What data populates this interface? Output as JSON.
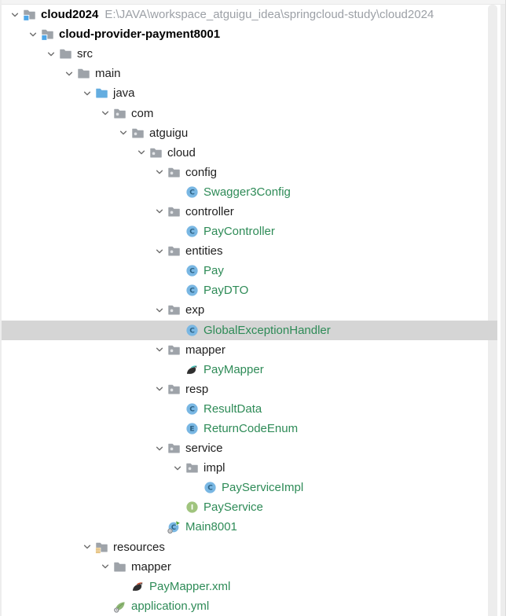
{
  "app": {
    "title": "IntelliJ IDEA Project tool window",
    "view": "project-tree"
  },
  "colors": {
    "background": "#FFFFFF",
    "selection": "#D5D5D5",
    "text_default": "#1E1E1E",
    "text_bold": "#000000",
    "text_green": "#2E8B57",
    "text_path": "#9CA0A6",
    "chevron": "#6E6E6E",
    "folder_gray": "#9EA3A9",
    "folder_blue": "#64ADE0",
    "package_dot": "#E3E5E8",
    "project_badge_blue": "#4EA6E8",
    "resources_gold": "#D9A440",
    "class_circle": "#79B7E3",
    "class_letter": "#2C6184",
    "interface_circle": "#A0C47E",
    "interface_letter": "#FFFFFF",
    "run_arrow_green": "#4DA33C",
    "mybatis_body": "#2F2F2F",
    "mybatis_teal": "#49C6BE",
    "mybatis_red": "#C04A2F",
    "spring_leaf": "#90B877",
    "spring_leaf_vein": "#6E9C55",
    "gear_gray": "#85888C",
    "scroll_track": "#EDEDED",
    "window_edge": "#F4F4F4"
  },
  "icons": {
    "class_letter": "C",
    "enum_letter": "E",
    "interface_letter": "I",
    "main_letter": "C"
  },
  "tree": {
    "items": [
      {
        "label": "cloud2024",
        "suffix": "E:\\JAVA\\workspace_atguigu_idea\\springcloud-study\\cloud2024",
        "depth": 0,
        "icon": "project-folder",
        "chevron": true,
        "bold": true
      },
      {
        "label": "cloud-provider-payment8001",
        "depth": 1,
        "icon": "project-folder",
        "chevron": true,
        "bold": true
      },
      {
        "label": "src",
        "depth": 2,
        "icon": "folder",
        "chevron": true
      },
      {
        "label": "main",
        "depth": 3,
        "icon": "folder",
        "chevron": true
      },
      {
        "label": "java",
        "depth": 4,
        "icon": "source-folder",
        "chevron": true
      },
      {
        "label": "com",
        "depth": 5,
        "icon": "package",
        "chevron": true
      },
      {
        "label": "atguigu",
        "depth": 6,
        "icon": "package",
        "chevron": true
      },
      {
        "label": "cloud",
        "depth": 7,
        "icon": "package",
        "chevron": true
      },
      {
        "label": "config",
        "depth": 8,
        "icon": "package",
        "chevron": true
      },
      {
        "label": "Swagger3Config",
        "depth": 9,
        "icon": "class",
        "green": true
      },
      {
        "label": "controller",
        "depth": 8,
        "icon": "package",
        "chevron": true
      },
      {
        "label": "PayController",
        "depth": 9,
        "icon": "class",
        "green": true
      },
      {
        "label": "entities",
        "depth": 8,
        "icon": "package",
        "chevron": true
      },
      {
        "label": "Pay",
        "depth": 9,
        "icon": "class",
        "green": true
      },
      {
        "label": "PayDTO",
        "depth": 9,
        "icon": "class",
        "green": true
      },
      {
        "label": "exp",
        "depth": 8,
        "icon": "package",
        "chevron": true
      },
      {
        "label": "GlobalExceptionHandler",
        "depth": 9,
        "icon": "class",
        "green": true,
        "selected": true
      },
      {
        "label": "mapper",
        "depth": 8,
        "icon": "package",
        "chevron": true
      },
      {
        "label": "PayMapper",
        "depth": 9,
        "icon": "mybatis-mapper",
        "green": true
      },
      {
        "label": "resp",
        "depth": 8,
        "icon": "package",
        "chevron": true
      },
      {
        "label": "ResultData",
        "depth": 9,
        "icon": "class",
        "green": true
      },
      {
        "label": "ReturnCodeEnum",
        "depth": 9,
        "icon": "enum",
        "green": true
      },
      {
        "label": "service",
        "depth": 8,
        "icon": "package",
        "chevron": true
      },
      {
        "label": "impl",
        "depth": 9,
        "icon": "package",
        "chevron": true
      },
      {
        "label": "PayServiceImpl",
        "depth": 10,
        "icon": "class",
        "green": true
      },
      {
        "label": "PayService",
        "depth": 9,
        "icon": "interface",
        "green": true
      },
      {
        "label": "Main8001",
        "depth": 8,
        "icon": "main-class",
        "green": true
      },
      {
        "label": "resources",
        "depth": 4,
        "icon": "resources-folder",
        "chevron": true
      },
      {
        "label": "mapper",
        "depth": 5,
        "icon": "folder",
        "chevron": true
      },
      {
        "label": "PayMapper.xml",
        "depth": 6,
        "icon": "mybatis-xml",
        "green": true
      },
      {
        "label": "application.yml",
        "depth": 5,
        "icon": "spring-yml",
        "green": true
      }
    ]
  }
}
